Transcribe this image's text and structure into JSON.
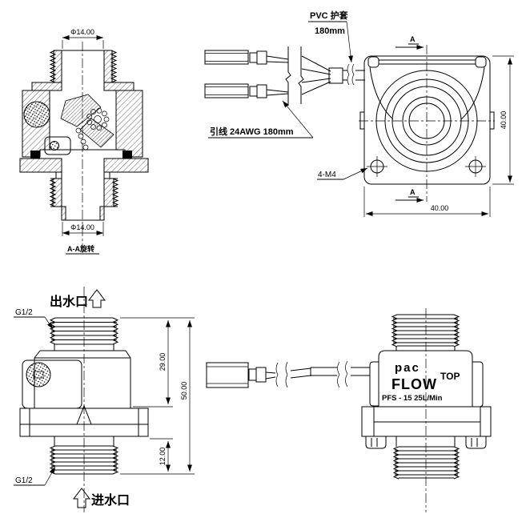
{
  "page": {
    "background": "#ffffff",
    "line_color": "#000000"
  },
  "section_view": {
    "top_diameter_dim": "Φ14.00",
    "bottom_diameter_dim": "Φ14.00",
    "caption": "A-A旋转"
  },
  "harness": {
    "sleeve_label": "PVC 护套",
    "sleeve_length": "180mm",
    "lead_wire_label": "引线 24AWG 180mm"
  },
  "front_view": {
    "width_dim": "40.00",
    "height_dim": "40.00",
    "mounting_holes_label": "4-M4",
    "section_marker_top": "A",
    "section_marker_bottom": "A"
  },
  "side_view": {
    "outlet_label": "出水口",
    "inlet_label": "进水口",
    "outlet_thread_label": "G1/2",
    "inlet_thread_label": "G1/2",
    "upper_height_dim": "29.00",
    "total_height_dim": "50.00",
    "thread_length_dim": "12.00"
  },
  "product_view": {
    "logo_top": "pac",
    "logo_bottom": "FLOW",
    "orientation_label": "TOP",
    "model_label": "PFS - 15 25L/Min"
  }
}
